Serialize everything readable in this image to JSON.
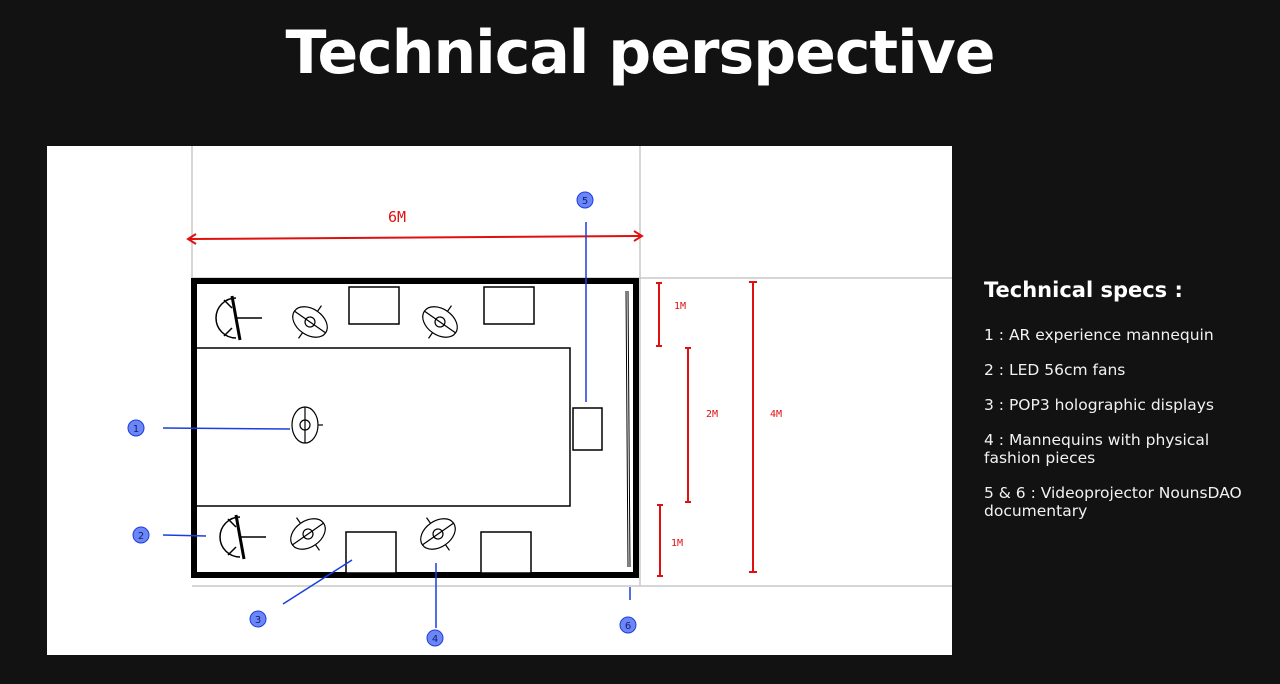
{
  "title": "Technical perspective",
  "diagram": {
    "dimensions": {
      "width": "6M",
      "top_aisle": "1M",
      "center": "2M",
      "bottom_aisle": "1M",
      "depth": "4M"
    },
    "markers": [
      "1",
      "2",
      "3",
      "4",
      "5",
      "6"
    ],
    "colors": {
      "dimension": "#e01010",
      "callout": "#1a3ee0",
      "marker_fill": "#6d86f5"
    }
  },
  "specs": {
    "heading": "Technical specs :",
    "items": [
      "1 : AR experience mannequin",
      "2 : LED 56cm fans",
      "3 : POP3 holographic displays",
      "4 : Mannequins with physical fashion pieces",
      "5 & 6 : Videoprojector NounsDAO documentary"
    ]
  }
}
